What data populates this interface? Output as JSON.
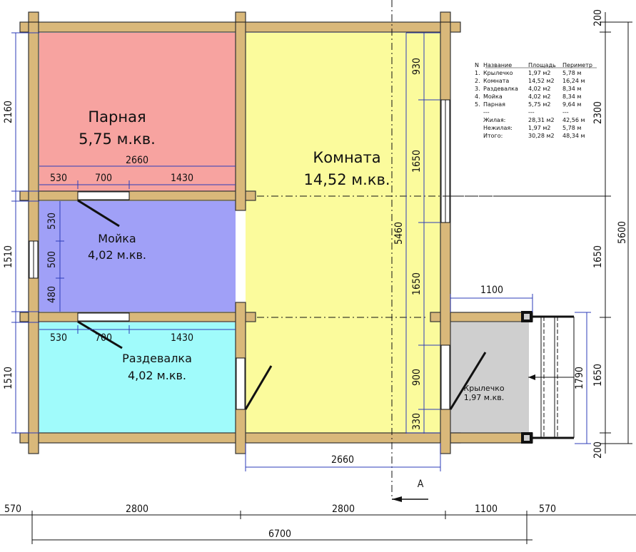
{
  "rooms": {
    "parnaya": {
      "name": "Парная",
      "area": "5,75 м.кв.",
      "color": "#f7a3a0"
    },
    "komnata": {
      "name": "Комната",
      "area": "14,52 м.кв.",
      "color": "#fbfb9c"
    },
    "moyka": {
      "name": "Мойка",
      "area": "4,02 м.кв.",
      "color": "#a0a0f7"
    },
    "razdevalka": {
      "name": "Раздевалка",
      "area": "4,02 м.кв.",
      "color": "#a0fbfb"
    },
    "krylechko": {
      "name": "Крылечко",
      "area": "1,97 м.кв.",
      "color": "#cfcfcf"
    }
  },
  "table": {
    "headers": {
      "n": "N",
      "name": "Название",
      "area": "Площадь",
      "perim": "Периметр"
    },
    "rows": [
      {
        "n": "1.",
        "name": "Крылечко",
        "area": "1,97 м2",
        "perim": "5,78 м"
      },
      {
        "n": "2.",
        "name": "Комната",
        "area": "14,52 м2",
        "perim": "16,24 м"
      },
      {
        "n": "3.",
        "name": "Раздевалка",
        "area": "4,02 м2",
        "perim": "8,34 м"
      },
      {
        "n": "4.",
        "name": "Мойка",
        "area": "4,02 м2",
        "perim": "8,34 м"
      },
      {
        "n": "5.",
        "name": "Парная",
        "area": "5,75 м2",
        "perim": "9,64 м"
      }
    ],
    "sep": "---",
    "totals": [
      {
        "name": "Жилая:",
        "area": "28,31 м2",
        "perim": "42,56 м"
      },
      {
        "name": "Нежилая:",
        "area": "1,97 м2",
        "perim": "5,78 м"
      },
      {
        "name": "Итого:",
        "area": "30,28 м2",
        "perim": "48,34 м"
      }
    ]
  },
  "dims": {
    "left_2160": "2160",
    "left_1510a": "1510",
    "left_1510b": "1510",
    "parnaya_width": "2660",
    "moyka_530": "530",
    "moyka_700": "700",
    "moyka_1430": "1430",
    "razd_530": "530",
    "razd_700": "700",
    "razd_1430": "1430",
    "moyka_v530": "530",
    "moyka_v500": "500",
    "moyka_v480": "480",
    "komnata_5460": "5460",
    "komnata_930": "930",
    "komnata_1650a": "1650",
    "komnata_1650b": "1650",
    "komnata_900": "900",
    "komnata_330": "330",
    "komnata_2660": "2660",
    "porch_1100": "1100",
    "right_200a": "200",
    "right_2300": "2300",
    "right_1650a": "1650",
    "right_1650b": "1650",
    "right_200b": "200",
    "right_1790": "1790",
    "right_5600": "5600",
    "bottom_570a": "570",
    "bottom_2800a": "2800",
    "bottom_2800b": "2800",
    "bottom_1100": "1100",
    "bottom_570b": "570",
    "bottom_6700": "6700",
    "section": "А"
  }
}
